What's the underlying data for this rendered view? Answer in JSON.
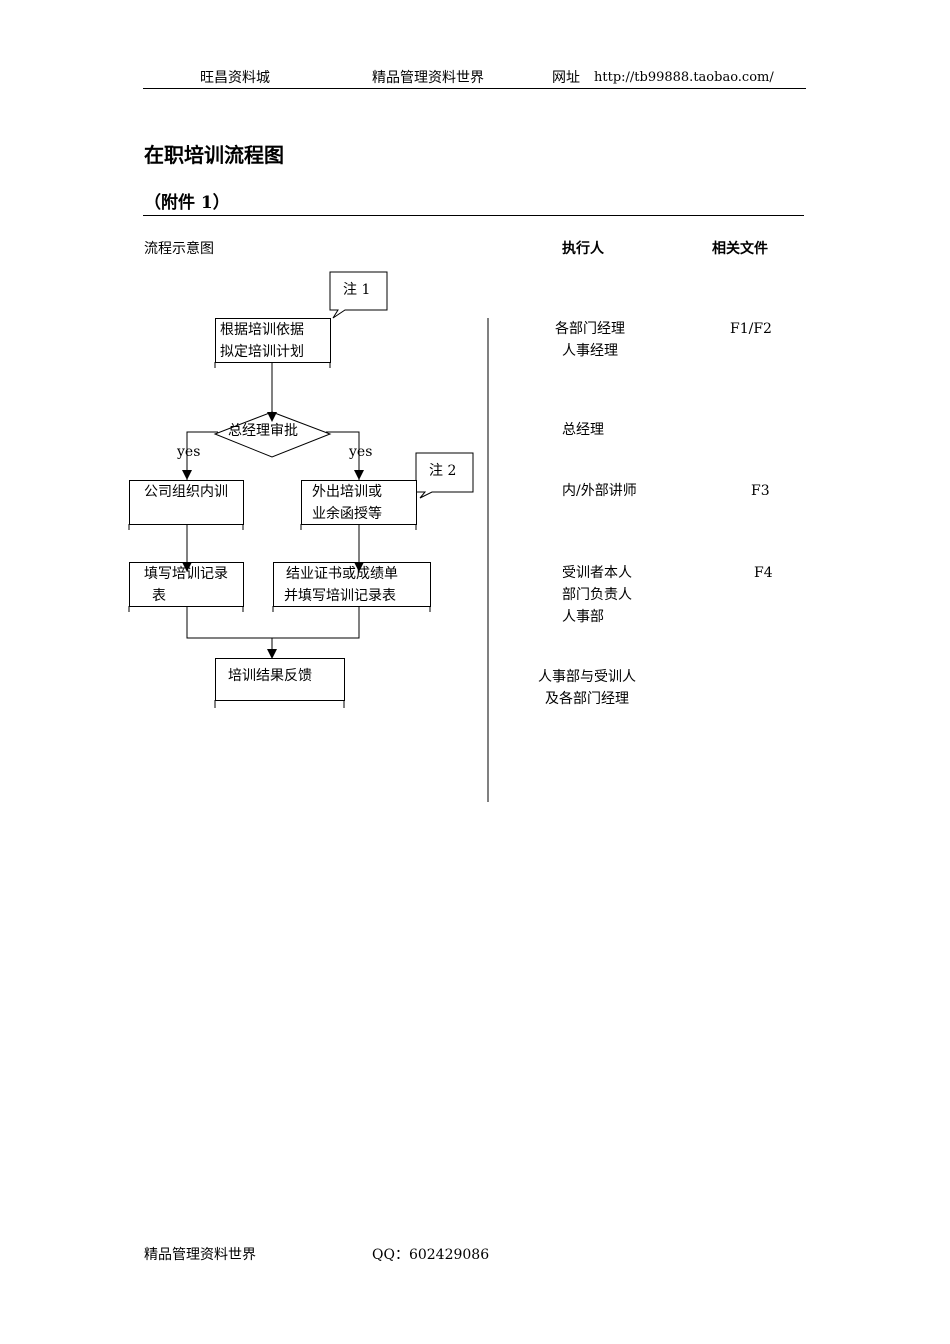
{
  "header": {
    "left": "旺昌资料城",
    "center": "精品管理资料世界",
    "url_label": "网址",
    "url": "http://tb99888.taobao.com/"
  },
  "title": "在职培训流程图",
  "subtitle": "（附件 1）",
  "columns": {
    "flow": "流程示意图",
    "executor": "执行人",
    "docs": "相关文件"
  },
  "flow": {
    "note1": "注 1",
    "note2": "注 2",
    "step1": [
      "根据培训依据",
      "拟定培训计划"
    ],
    "decision": "总经理审批",
    "yes_left": "yes",
    "yes_right": "yes",
    "internal": "公司组织内训",
    "external": [
      "外出培训或",
      "业余函授等"
    ],
    "record_left": [
      "填写培训记录",
      "表"
    ],
    "record_right": [
      "结业证书或成绩单",
      "并填写培训记录表"
    ],
    "feedback": "培训结果反馈"
  },
  "rows": [
    {
      "executor": [
        "各部门经理",
        "人事经理"
      ],
      "doc": "F1/F2"
    },
    {
      "executor": [
        "总经理"
      ],
      "doc": ""
    },
    {
      "executor": [
        "内/外部讲师"
      ],
      "doc": "F3"
    },
    {
      "executor": [
        "受训者本人",
        "部门负责人",
        "人事部"
      ],
      "doc": "F4"
    },
    {
      "executor": [
        "人事部与受训人",
        "及各部门经理"
      ],
      "doc": ""
    }
  ],
  "footer": {
    "left": "精品管理资料世界",
    "qq": "QQ：602429086"
  }
}
